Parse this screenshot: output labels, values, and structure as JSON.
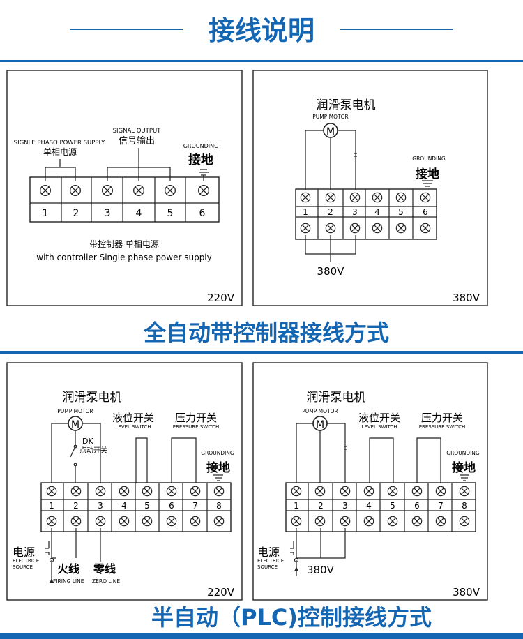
{
  "header": {
    "title": "接线说明"
  },
  "section1": {
    "title": "全自动带控制器接线方式",
    "panel_220": {
      "supply_en": "SIGNLE PHASO POWER SUPPLY",
      "supply_cn": "单相电源",
      "signal_en": "SIGNAL OUTPUT",
      "signal_cn": "信号输出",
      "ground_en": "GROUNDING",
      "ground_cn": "接地",
      "terminals": [
        "1",
        "2",
        "3",
        "4",
        "5",
        "6"
      ],
      "caption_cn": "带控制器 单相电源",
      "caption_en": "with controller Single phase power supply",
      "voltage": "220V"
    },
    "panel_380": {
      "motor_cn": "润滑泵电机",
      "motor_en": "PUMP MOTOR",
      "motor_symbol": "M",
      "ground_en": "GROUNDING",
      "ground_cn": "接地",
      "terminals": [
        "1",
        "2",
        "3",
        "4",
        "5",
        "6"
      ],
      "supply_voltage": "380V",
      "voltage": "380V"
    }
  },
  "section2": {
    "title": "半自动（PLC)控制接线方式",
    "panel_220": {
      "motor_cn": "润滑泵电机",
      "motor_en": "PUMP MOTOR",
      "motor_symbol": "M",
      "level_cn": "液位开关",
      "level_en": "LEVEL SWITCH",
      "pressure_cn": "压力开关",
      "pressure_en": "PRESSURE SWITCH",
      "ground_en": "GROUNDING",
      "ground_cn": "接地",
      "dk": "DK",
      "dk_cn": "点动开关",
      "terminals": [
        "1",
        "2",
        "3",
        "4",
        "5",
        "6",
        "7",
        "8"
      ],
      "source_cn": "电源",
      "source_en1": "ELECTRICE",
      "source_en2": "SOURCE",
      "fire_cn": "火线",
      "fire_en": "FIRING LINE",
      "zero_cn": "零线",
      "zero_en": "ZERO LINE",
      "voltage": "220V"
    },
    "panel_380": {
      "motor_cn": "润滑泵电机",
      "motor_en": "PUMP MOTOR",
      "motor_symbol": "M",
      "level_cn": "液位开关",
      "level_en": "LEVEL SWITCH",
      "pressure_cn": "压力开关",
      "pressure_en": "PRESSURE SWITCH",
      "ground_en": "GROUNDING",
      "ground_cn": "接地",
      "terminals": [
        "1",
        "2",
        "3",
        "4",
        "5",
        "6",
        "7",
        "8"
      ],
      "source_cn": "电源",
      "source_en1": "ELECTRICE",
      "source_en2": "SOURCE",
      "supply_voltage": "380V",
      "voltage": "380V"
    }
  },
  "colors": {
    "title_blue": "#1466b3",
    "line": "#222222",
    "band_blue": "#1466b3"
  }
}
